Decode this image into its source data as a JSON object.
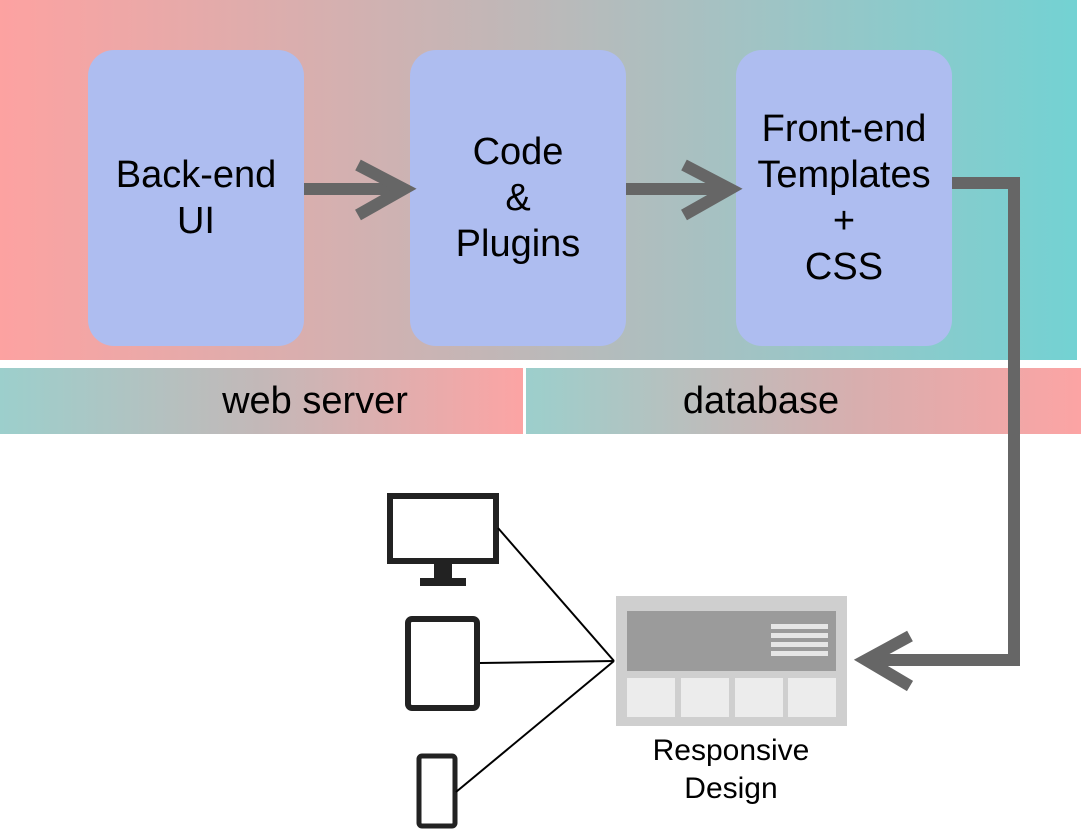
{
  "boxes": {
    "backend": "Back-end\nUI",
    "code": "Code\n&\nPlugins",
    "frontend": "Front-end\nTemplates\n+\nCSS"
  },
  "bands": {
    "web_server": "web server",
    "database": "database"
  },
  "caption": "Responsive\nDesign",
  "colors": {
    "box_fill": "#aebdf0",
    "arrow": "#666666",
    "band_pink": "#fda2a1",
    "band_teal": "#73d2d3"
  },
  "icons": [
    "monitor-icon",
    "tablet-icon",
    "phone-icon",
    "responsive-layout-icon"
  ]
}
